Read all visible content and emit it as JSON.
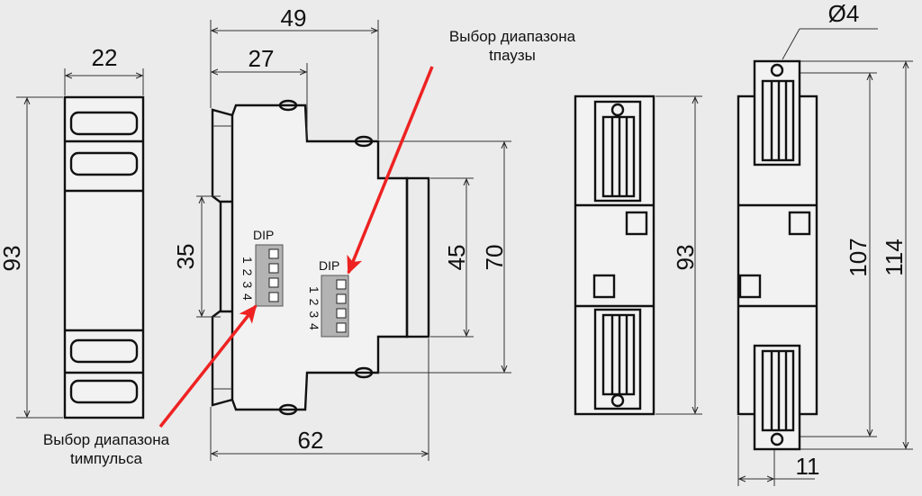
{
  "dimensions": {
    "front_width": "22",
    "front_height": "93",
    "side_total_depth": "49",
    "side_upper_depth": "27",
    "side_rail_height": "35",
    "side_window_height": "45",
    "side_body_height": "70",
    "side_base_width": "62",
    "rear_height": "93",
    "clip_height_inner": "107",
    "clip_height_outer": "114",
    "hole_diameter": "Ø4",
    "clip_offset": "11"
  },
  "switches": {
    "left_label": "DIP",
    "left_positions": "1 2 3 4",
    "right_label": "DIP",
    "right_positions": "1 2 3 4"
  },
  "annotations": {
    "pause_range_line1": "Выбор диапазона",
    "pause_range_line2": "tпаузы",
    "pulse_range_line1": "Выбор диапазона",
    "pulse_range_line2": "tимпульса"
  },
  "colors": {
    "background": "#ebebeb",
    "outline": "#111111",
    "arrow": "#ee2222",
    "dip_switch": "#b3b3b3"
  }
}
